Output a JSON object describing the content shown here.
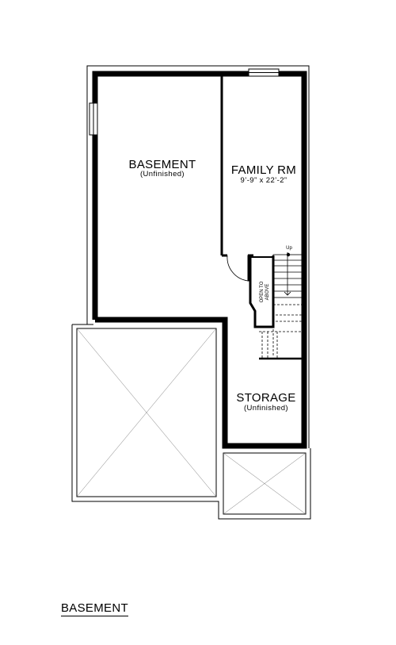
{
  "rooms": {
    "basement": {
      "name": "BASEMENT",
      "note": "(Unfinished)"
    },
    "family_room": {
      "name": "FAMILY RM",
      "size": "9’-9” x 22’-2”"
    },
    "storage": {
      "name": "STORAGE",
      "note": "(Unfinished)"
    }
  },
  "stairs": {
    "direction": "Up",
    "opening": [
      "OPEN TO",
      "ABOVE"
    ]
  },
  "floor_label": "BASEMENT"
}
